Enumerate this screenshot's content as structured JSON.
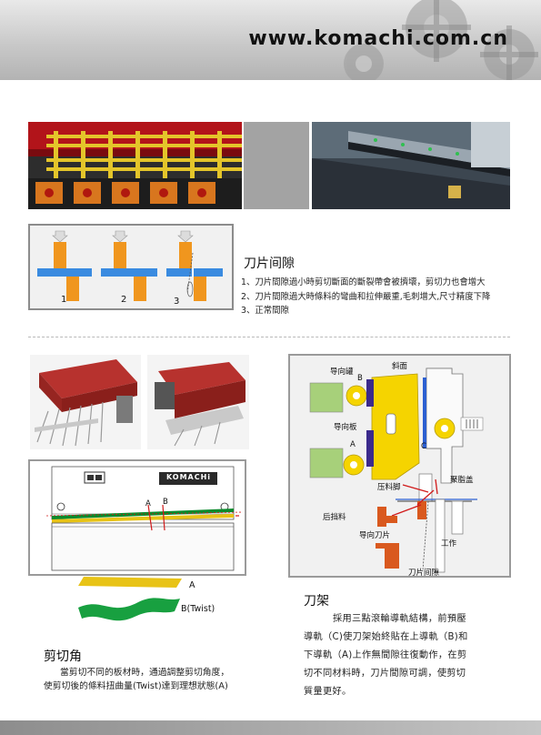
{
  "header": {
    "website": "www.komachi.com.cn"
  },
  "blade_clearance": {
    "title": "刀片间隙",
    "items": [
      "1、刀片間隙過小時剪切斷面的斷裂帶會被擠壞，剪切力也會增大",
      "2、刀片間隙過大時條料的彎曲和拉伸嚴重,毛刺增大,尺寸精度下降",
      "3、正常間隙"
    ],
    "diagram_numbers": [
      "1",
      "2",
      "3"
    ]
  },
  "blade_holder": {
    "title": "刀架",
    "paragraph": [
      "採用三點滾輪導軌結構，前預壓",
      "導軌（C)使刀架始終貼在上導軌（B)和",
      "下導軌（A)上作無間隙往復動作，在剪",
      "切不同材料時，刀片間隙可調，使剪切",
      "質量更好。"
    ],
    "labels": {
      "guide_roller": "导向罐",
      "b": "B",
      "incline": "斜面",
      "guide_plate": "导向板",
      "a": "A",
      "c": "C",
      "press_foot": "压料脚",
      "polyester_cover": "聚脂盖",
      "back_stop": "后挡料",
      "guide_blade": "导向刀片",
      "work": "工作",
      "blade_gap": "刀片间隙"
    }
  },
  "shear_angle": {
    "title": "剪切角",
    "paragraph": [
      "當剪切不同的板材時，通過調整剪切角度，",
      "使剪切後的條料扭曲量(Twist)達到理想狀態(A)"
    ],
    "machine_brand": "KOMACHi",
    "labels": {
      "a": "A",
      "b": "B",
      "strip_a": "A",
      "strip_b": "B(Twist)"
    }
  },
  "colors": {
    "orange": "#f0961e",
    "blue": "#3a8be0",
    "yellow": "#f5d400",
    "purple": "#3b2a8c",
    "green_light": "#a7d07a",
    "red": "#d11a1a",
    "green_dark": "#18a040"
  }
}
